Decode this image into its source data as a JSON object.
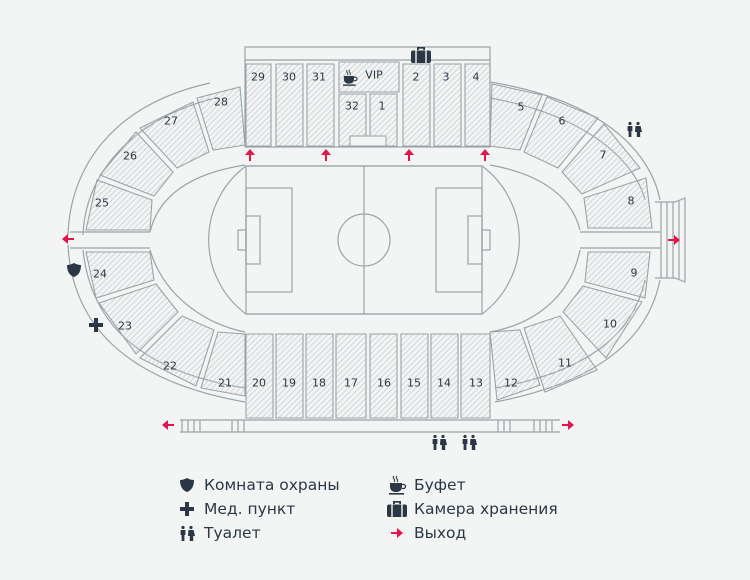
{
  "sectors": {
    "s1": "1",
    "s2": "2",
    "s3": "3",
    "s4": "4",
    "s5": "5",
    "s6": "6",
    "s7": "7",
    "s8": "8",
    "s9": "9",
    "s10": "10",
    "s11": "11",
    "s12": "12",
    "s13": "13",
    "s14": "14",
    "s15": "15",
    "s16": "16",
    "s17": "17",
    "s18": "18",
    "s19": "19",
    "s20": "20",
    "s21": "21",
    "s22": "22",
    "s23": "23",
    "s24": "24",
    "s25": "25",
    "s26": "26",
    "s27": "27",
    "s28": "28",
    "s29": "29",
    "s30": "30",
    "s31": "31",
    "s32": "32",
    "vip": "VIP"
  },
  "legend": {
    "security": "Комната охраны",
    "medical": "Мед. пункт",
    "toilet": "Туалет",
    "buffet": "Буфет",
    "storage": "Камера хранения",
    "exit": "Выход"
  },
  "colors": {
    "accent_exit": "#e4154b",
    "icon_dark": "#2b3744",
    "line": "#9aa5a8",
    "background": "#f3f4f4"
  },
  "icons": {
    "security": "shield-icon",
    "medical": "cross-icon",
    "toilet": "toilet-icon",
    "buffet": "cup-icon",
    "storage": "suitcase-icon",
    "exit": "arrow-icon"
  }
}
